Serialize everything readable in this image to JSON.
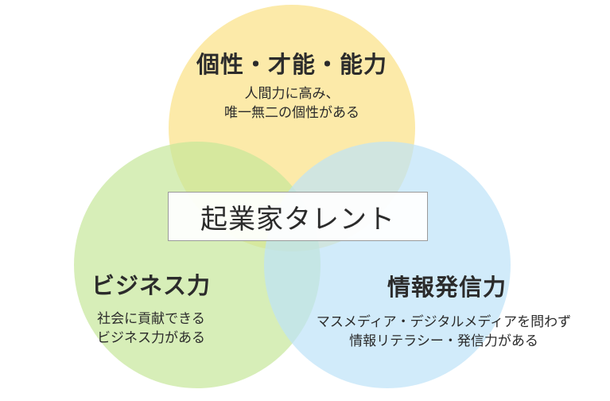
{
  "circles": [
    {
      "id": "top",
      "title": "個性・才能・能力",
      "desc": [
        "人間力に高み、",
        "唯一無二の個性がある"
      ],
      "color": "#fbe69a"
    },
    {
      "id": "left",
      "title": "ビジネス力",
      "desc": [
        "社会に貢献できる",
        "ビジネス力がある"
      ],
      "color": "#c6e79a"
    },
    {
      "id": "right",
      "title": "情報発信力",
      "desc": [
        "マスメディア・デジタルメディアを問わず",
        "情報リテラシー・発信力がある"
      ],
      "color": "#bde3f8"
    }
  ],
  "center": {
    "label": "起業家タレント"
  }
}
